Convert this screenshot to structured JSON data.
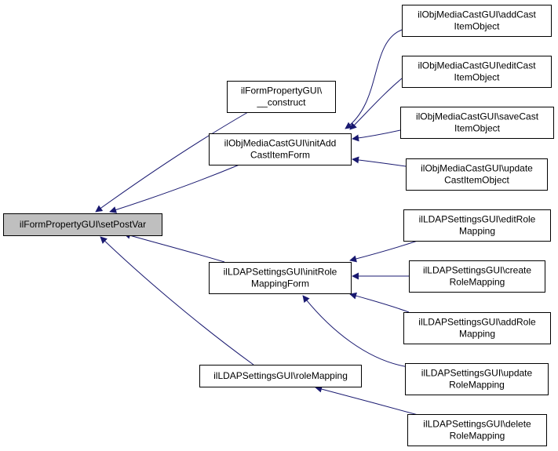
{
  "nodes": [
    {
      "id": "setpostvar",
      "lines": [
        "ilFormPropertyGUI\\setPostVar"
      ],
      "highlight": true
    },
    {
      "id": "construct",
      "lines": [
        "ilFormPropertyGUI\\",
        "__construct"
      ]
    },
    {
      "id": "initaddcast",
      "lines": [
        "ilObjMediaCastGUI\\initAdd",
        "CastItemForm"
      ]
    },
    {
      "id": "initrolemap",
      "lines": [
        "ilLDAPSettingsGUI\\initRole",
        "MappingForm"
      ]
    },
    {
      "id": "rolemapping",
      "lines": [
        "ilLDAPSettingsGUI\\roleMapping"
      ]
    },
    {
      "id": "addcastitem",
      "lines": [
        "ilObjMediaCastGUI\\addCast",
        "ItemObject"
      ]
    },
    {
      "id": "editcastitem",
      "lines": [
        "ilObjMediaCastGUI\\editCast",
        "ItemObject"
      ]
    },
    {
      "id": "savecastitem",
      "lines": [
        "ilObjMediaCastGUI\\saveCast",
        "ItemObject"
      ]
    },
    {
      "id": "updatecastitem",
      "lines": [
        "ilObjMediaCastGUI\\update",
        "CastItemObject"
      ]
    },
    {
      "id": "editrole",
      "lines": [
        "ilLDAPSettingsGUI\\editRole",
        "Mapping"
      ]
    },
    {
      "id": "createrole",
      "lines": [
        "ilLDAPSettingsGUI\\create",
        "RoleMapping"
      ]
    },
    {
      "id": "addrole",
      "lines": [
        "ilLDAPSettingsGUI\\addRole",
        "Mapping"
      ]
    },
    {
      "id": "updaterole",
      "lines": [
        "ilLDAPSettingsGUI\\update",
        "RoleMapping"
      ]
    },
    {
      "id": "deleterole",
      "lines": [
        "ilLDAPSettingsGUI\\delete",
        "RoleMapping"
      ]
    }
  ],
  "edges": [
    {
      "from": "construct",
      "to": "setpostvar"
    },
    {
      "from": "initaddcast",
      "to": "setpostvar"
    },
    {
      "from": "initrolemap",
      "to": "setpostvar"
    },
    {
      "from": "rolemapping",
      "to": "setpostvar"
    },
    {
      "from": "addcastitem",
      "to": "initaddcast"
    },
    {
      "from": "editcastitem",
      "to": "initaddcast"
    },
    {
      "from": "savecastitem",
      "to": "initaddcast"
    },
    {
      "from": "updatecastitem",
      "to": "initaddcast"
    },
    {
      "from": "editrole",
      "to": "initrolemap"
    },
    {
      "from": "createrole",
      "to": "initrolemap"
    },
    {
      "from": "addrole",
      "to": "initrolemap"
    },
    {
      "from": "updaterole",
      "to": "initrolemap"
    },
    {
      "from": "deleterole",
      "to": "rolemapping"
    }
  ],
  "colors": {
    "edge": "#191970",
    "node_border": "#000000",
    "node_fill": "#ffffff",
    "highlight_fill": "#bfbfbf",
    "text": "#000000"
  }
}
